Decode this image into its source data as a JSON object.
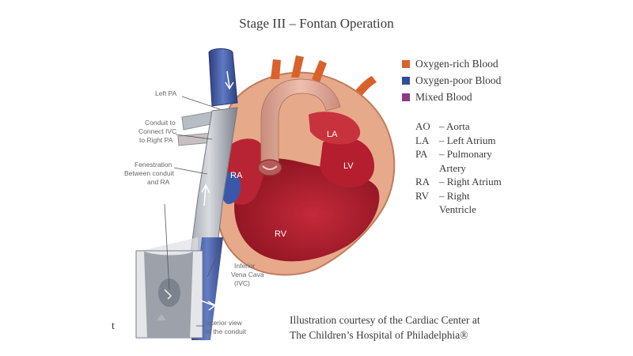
{
  "title": "Stage III – Fontan Operation",
  "legend": [
    {
      "label": "Oxygen-rich Blood",
      "color": "#d9622b"
    },
    {
      "label": "Oxygen-poor Blood",
      "color": "#2f4e9a"
    },
    {
      "label": "Mixed Blood",
      "color": "#8c3a86"
    }
  ],
  "abbreviations": [
    {
      "code": "AO",
      "text": "– Aorta"
    },
    {
      "code": "LA",
      "text": "– Left Atrium"
    },
    {
      "code": "PA",
      "text": "– Pulmonary",
      "cont": "Artery"
    },
    {
      "code": "RA",
      "text": "– Right Atrium"
    },
    {
      "code": "RV",
      "text": "– Right",
      "cont": "Ventricle"
    }
  ],
  "labels": {
    "left_pa": "Left PA",
    "conduit_1": "Conduit to",
    "conduit_2": "Connect IVC",
    "conduit_3": "to Right PA",
    "fen_1": "Fenestration",
    "fen_2": "Between conduit",
    "fen_3": "and RA",
    "ivc_1": "Inferior",
    "ivc_2": "Vena Cava",
    "ivc_3": "(IVC)",
    "int_1": "Interior view",
    "int_2": "of the conduit"
  },
  "chambers": {
    "la": "LA",
    "lv": "LV",
    "ra": "RA",
    "rv": "RV"
  },
  "credit": {
    "line1": "Illustration courtesy of the Cardiac Center at",
    "line2": "The Children’s Hospital of Philadelphia®"
  },
  "stray_char": "t"
}
